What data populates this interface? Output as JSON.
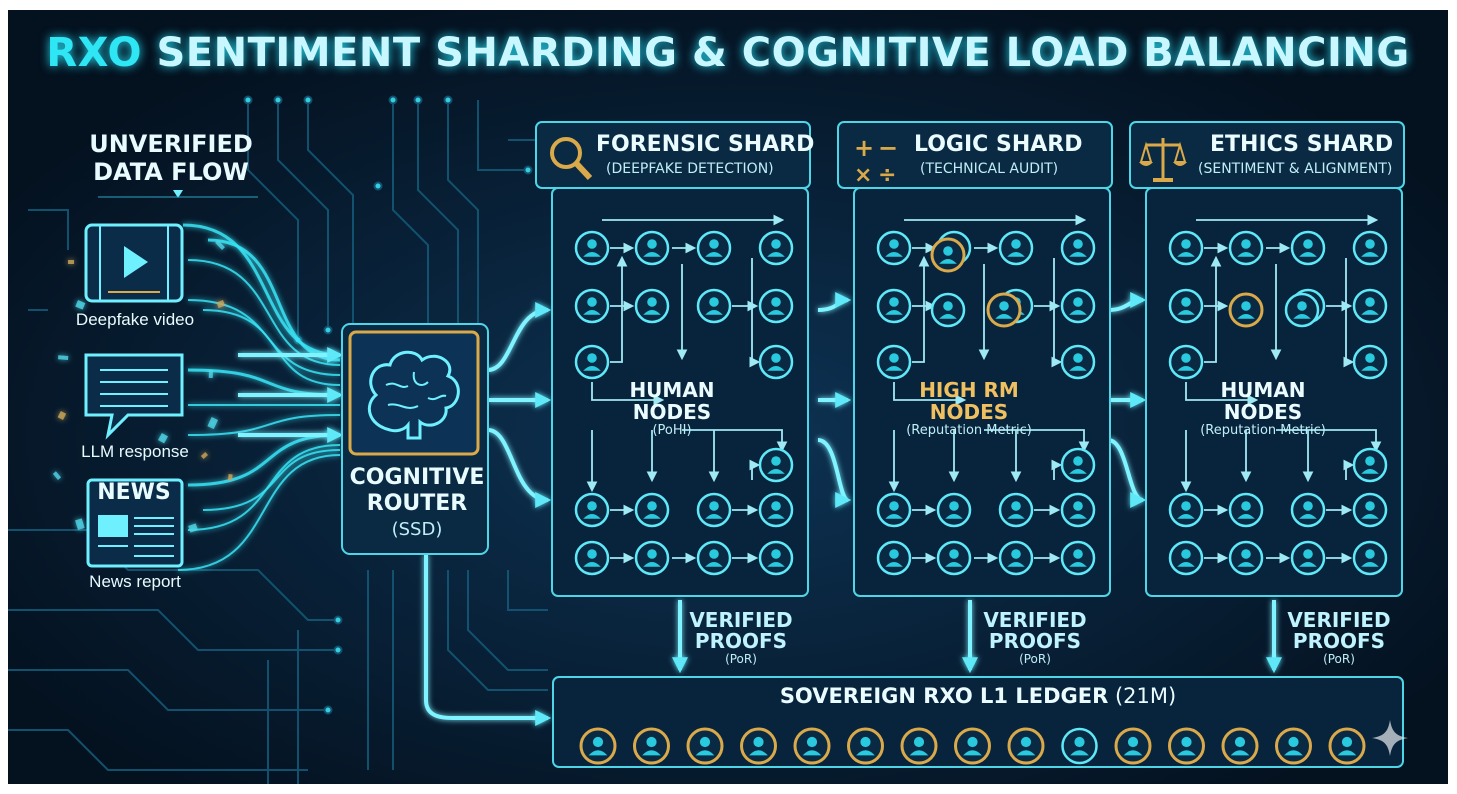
{
  "title": {
    "brand": "RXO",
    "text": "SENTIMENT SHARDING & COGNITIVE LOAD BALANCING"
  },
  "input": {
    "heading_line1": "UNVERIFIED",
    "heading_line2": "DATA FLOW",
    "items": [
      {
        "label": "Deepfake video",
        "icon": "video-icon"
      },
      {
        "label": "LLM response",
        "icon": "chat-icon"
      },
      {
        "label": "News report",
        "icon": "newspaper-icon",
        "badge": "NEWS"
      }
    ]
  },
  "router": {
    "line1": "COGNITIVE",
    "line2": "ROUTER",
    "sub": "(SSD)",
    "icon": "brain-icon"
  },
  "shards": [
    {
      "title": "FORENSIC SHARD",
      "subtitle": "(DEEPFAKE DETECTION)",
      "icon": "magnifier-icon",
      "center_line1": "HUMAN",
      "center_line2": "NODES",
      "center_sub": "(PoHI)",
      "highlight": false
    },
    {
      "title": "LOGIC SHARD",
      "subtitle": "(TECHNICAL AUDIT)",
      "icon": "math-operators-icon",
      "center_line1": "HIGH RM",
      "center_line2": "NODES",
      "center_sub": "(Reputation Metric)",
      "highlight": true
    },
    {
      "title": "ETHICS SHARD",
      "subtitle": "(SENTIMENT & ALIGNMENT)",
      "icon": "scales-icon",
      "center_line1": "HUMAN",
      "center_line2": "NODES",
      "center_sub": "(Reputation Metric)",
      "highlight": false
    }
  ],
  "proofs": {
    "line1": "VERIFIED",
    "line2": "PROOFS",
    "sub": "(PoR)"
  },
  "ledger": {
    "title": "SOVEREIGN RXO L1 LEDGER",
    "count": "(21M)"
  },
  "colors": {
    "background": "#061a2e",
    "accent": "#25d9ef",
    "node": "#29c9de",
    "gold": "#d9a94a"
  }
}
